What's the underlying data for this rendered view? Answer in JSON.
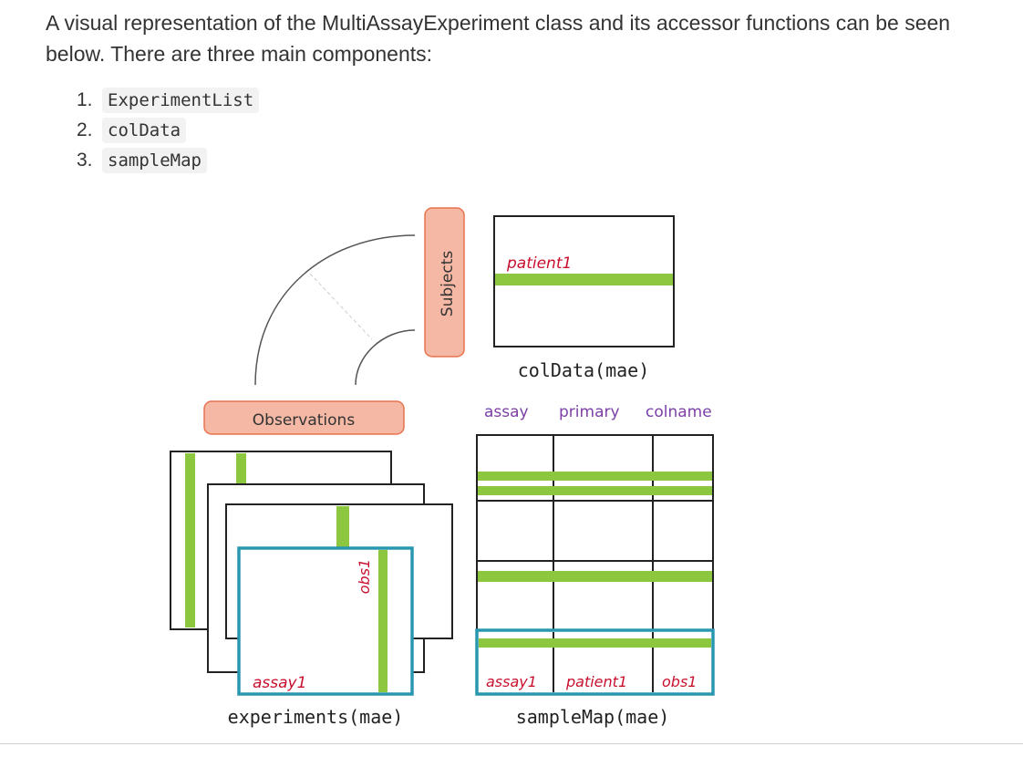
{
  "intro_text": "A visual representation of the MultiAssayExperiment class and its accessor functions can be seen below. There are three main components:",
  "components": [
    {
      "number": "1.",
      "code": "ExperimentList"
    },
    {
      "number": "2.",
      "code": "colData"
    },
    {
      "number": "3.",
      "code": "sampleMap"
    }
  ],
  "diagram": {
    "subjects_label": "Subjects",
    "observations_label": "Observations",
    "coldata_row_label": "patient1",
    "coldata_caption": "colData(mae)",
    "samplemap_headers": [
      "assay",
      "primary",
      "colname"
    ],
    "samplemap_row": [
      "assay1",
      "patient1",
      "obs1"
    ],
    "samplemap_caption": "sampleMap(mae)",
    "obs_label": "obs1",
    "assay_label": "assay1",
    "experiments_caption": "experiments(mae)"
  },
  "colors": {
    "green": "#8dc63f",
    "teal": "#2a97b0",
    "salmon_fill": "#f4b8a4",
    "salmon_stroke": "#e8734e",
    "purple": "#7b3fa6",
    "red": "#c8102e"
  }
}
